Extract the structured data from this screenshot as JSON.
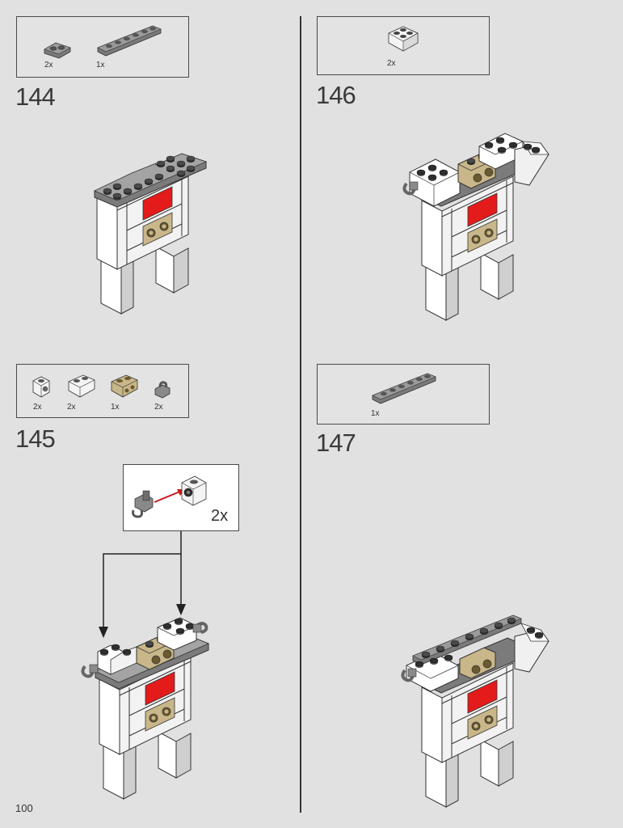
{
  "page": {
    "number": "100"
  },
  "steps": [
    {
      "number": "144",
      "parts": [
        {
          "qty": "2x",
          "icon": "plate-1x2-dark-gray-icon"
        },
        {
          "qty": "1x",
          "icon": "plate-1x6-dark-gray-icon"
        }
      ]
    },
    {
      "number": "145",
      "parts": [
        {
          "qty": "2x",
          "icon": "brick-1x1-stud-side-white-icon"
        },
        {
          "qty": "2x",
          "icon": "brick-1x2-white-icon"
        },
        {
          "qty": "1x",
          "icon": "brick-1x2-studs-side-tan-icon"
        },
        {
          "qty": "2x",
          "icon": "clip-dark-gray-icon"
        }
      ],
      "callout": {
        "qty": "2x"
      }
    },
    {
      "number": "146",
      "parts": [
        {
          "qty": "2x",
          "icon": "slope-white-icon"
        }
      ]
    },
    {
      "number": "147",
      "parts": [
        {
          "qty": "1x",
          "icon": "plate-1x6-dark-gray-icon"
        }
      ]
    }
  ],
  "colors": {
    "background": "#e1e1e1",
    "red": "#e31b1b",
    "tan": "#c9b78a",
    "dark_gray": "#6b6b6b",
    "light_gray": "#a0a0a0",
    "white": "#ffffff"
  }
}
